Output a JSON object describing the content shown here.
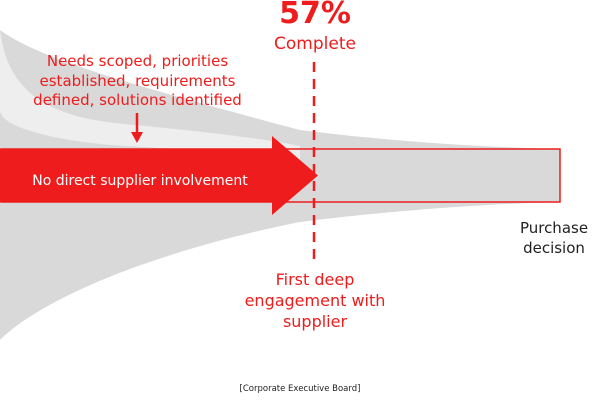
{
  "percent": {
    "value_label": "57%",
    "caption": "Complete"
  },
  "stages": {
    "before_label": "Needs scoped, priorities established, requirements defined, solutions identified",
    "arrow_label": "No direct supplier involvement",
    "engagement_label": "First deep engagement with supplier",
    "end_label": "Purchase decision"
  },
  "source": "[Corporate Executive Board]",
  "colors": {
    "accent_red": "#ee1c1c",
    "funnel_gray": "#d9d9d9",
    "funnel_light": "#eeeeee",
    "text_dark": "#222222"
  }
}
